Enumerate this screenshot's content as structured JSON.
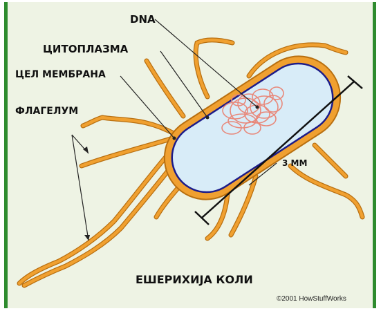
{
  "labels": {
    "dna": "DNA",
    "cytoplasm": "ЦИТОПЛАЗМА",
    "cell_membrane": "ЦЕЛ МЕМБРАНА",
    "flagellum": "ФЛАГЕЛУМ",
    "size": "3 MM",
    "species": "ЕШЕРИХИЈА КОЛИ",
    "copyright": "©2001 HowStuffWorks"
  },
  "colors": {
    "background": "#eef3e4",
    "frame": "#2e8b2e",
    "flagella": "#f0a030",
    "flagella_outline": "#b86f10",
    "cytoplasm": "#d8ecf8",
    "membrane": "#1c1c8a",
    "dna": "#e8887a"
  }
}
